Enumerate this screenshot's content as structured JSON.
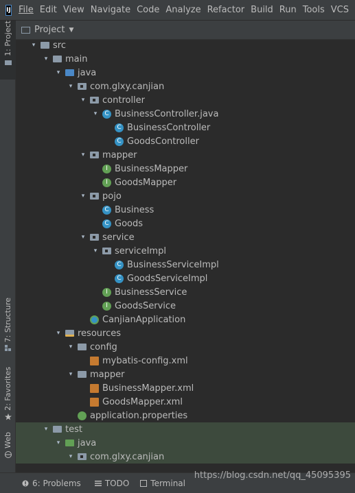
{
  "app": {
    "logo_text": "IJ"
  },
  "menu": [
    "File",
    "Edit",
    "View",
    "Navigate",
    "Code",
    "Analyze",
    "Refactor",
    "Build",
    "Run",
    "Tools",
    "VCS"
  ],
  "left_tabs": {
    "project": "1: Project",
    "structure": "7: Structure",
    "favorites": "2: Favorites",
    "web": "Web"
  },
  "panel": {
    "title": "Project"
  },
  "tree": [
    {
      "label": "src",
      "icon": "folder-icon",
      "expanded": true,
      "level": 1
    },
    {
      "label": "main",
      "icon": "folder-icon",
      "expanded": true,
      "level": 2
    },
    {
      "label": "java",
      "icon": "source-folder-icon",
      "expanded": true,
      "level": 3
    },
    {
      "label": "com.glxy.canjian",
      "icon": "package-icon",
      "expanded": true,
      "level": 4
    },
    {
      "label": "controller",
      "icon": "package-icon",
      "expanded": true,
      "level": 5
    },
    {
      "label": "BusinessController.java",
      "icon": "class-icon",
      "expanded": true,
      "level": 6
    },
    {
      "label": "BusinessController",
      "icon": "class-icon",
      "expanded": null,
      "level": 7
    },
    {
      "label": "GoodsController",
      "icon": "class-icon",
      "expanded": null,
      "level": 7
    },
    {
      "label": "mapper",
      "icon": "package-icon",
      "expanded": true,
      "level": 5
    },
    {
      "label": "BusinessMapper",
      "icon": "interface-icon",
      "expanded": null,
      "level": 6
    },
    {
      "label": "GoodsMapper",
      "icon": "interface-icon",
      "expanded": null,
      "level": 6
    },
    {
      "label": "pojo",
      "icon": "package-icon",
      "expanded": true,
      "level": 5
    },
    {
      "label": "Business",
      "icon": "class-icon",
      "expanded": null,
      "level": 6
    },
    {
      "label": "Goods",
      "icon": "class-icon",
      "expanded": null,
      "level": 6
    },
    {
      "label": "service",
      "icon": "package-icon",
      "expanded": true,
      "level": 5
    },
    {
      "label": "serviceImpl",
      "icon": "package-icon",
      "expanded": true,
      "level": 6
    },
    {
      "label": "BusinessServiceImpl",
      "icon": "class-icon",
      "expanded": null,
      "level": 7
    },
    {
      "label": "GoodsServiceImpl",
      "icon": "class-icon",
      "expanded": null,
      "level": 7
    },
    {
      "label": "BusinessService",
      "icon": "interface-icon",
      "expanded": null,
      "level": 6
    },
    {
      "label": "GoodsService",
      "icon": "interface-icon",
      "expanded": null,
      "level": 6
    },
    {
      "label": "CanjianApplication",
      "icon": "spring-app-icon",
      "expanded": null,
      "level": 5
    },
    {
      "label": "resources",
      "icon": "resources-folder-icon",
      "expanded": true,
      "level": 3
    },
    {
      "label": "config",
      "icon": "folder-icon",
      "expanded": true,
      "level": 4
    },
    {
      "label": "mybatis-config.xml",
      "icon": "xml-file-icon",
      "expanded": null,
      "level": 5
    },
    {
      "label": "mapper",
      "icon": "folder-icon",
      "expanded": true,
      "level": 4
    },
    {
      "label": "BusinessMapper.xml",
      "icon": "xml-file-icon",
      "expanded": null,
      "level": 5
    },
    {
      "label": "GoodsMapper.xml",
      "icon": "xml-file-icon",
      "expanded": null,
      "level": 5
    },
    {
      "label": "application.properties",
      "icon": "properties-file-icon",
      "expanded": null,
      "level": 4
    },
    {
      "label": "test",
      "icon": "folder-icon",
      "expanded": true,
      "level": 2
    },
    {
      "label": "java",
      "icon": "test-folder-icon",
      "expanded": true,
      "level": 3
    },
    {
      "label": "com.glxy.canjian",
      "icon": "package-icon",
      "expanded": true,
      "level": 4
    }
  ],
  "status_bar": {
    "problems": "6: Problems",
    "todo": "TODO",
    "terminal": "Terminal"
  },
  "watermark": "https://blog.csdn.net/qq_45095395"
}
